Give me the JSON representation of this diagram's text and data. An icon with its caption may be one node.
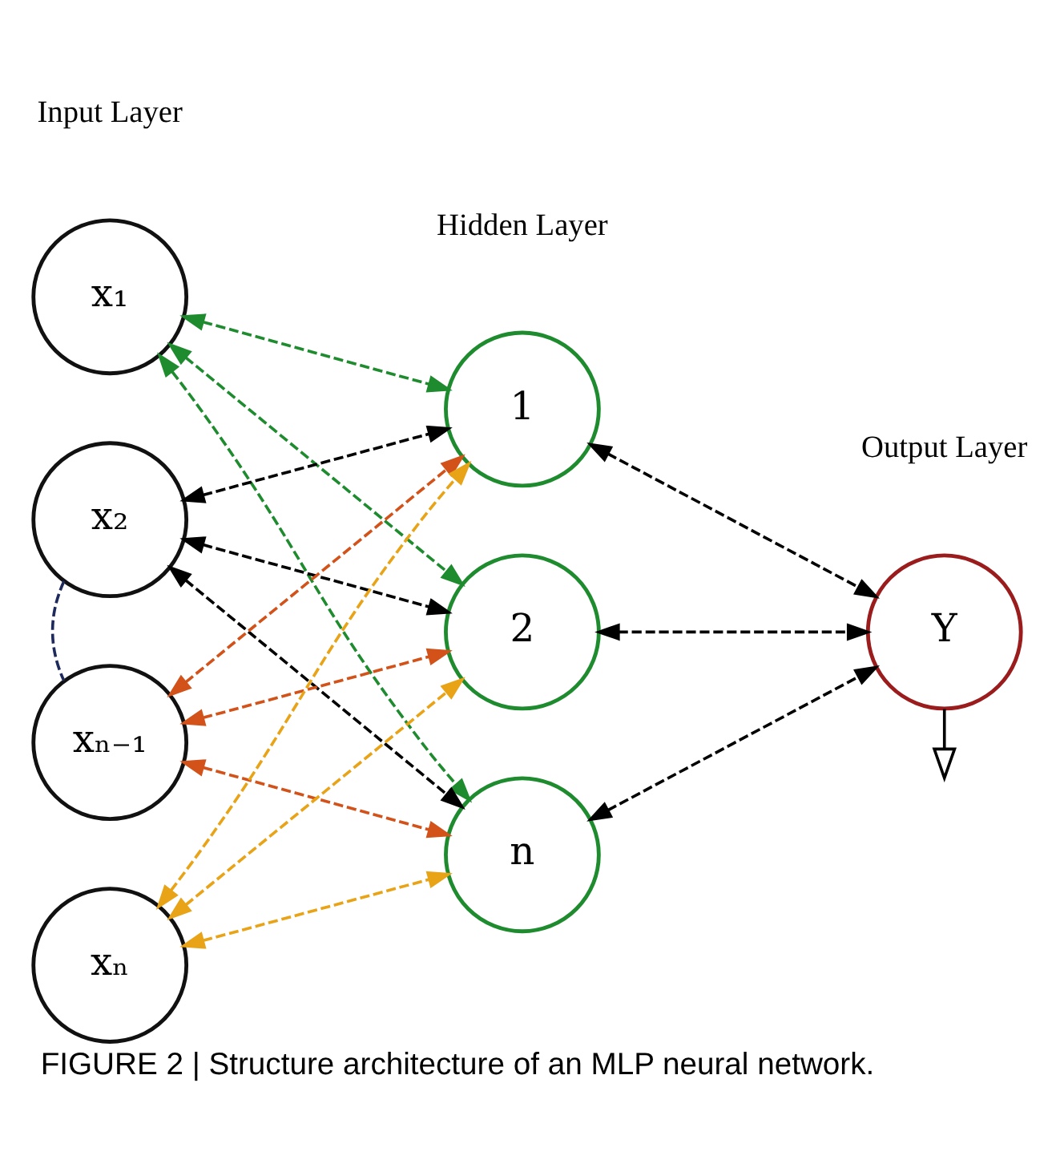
{
  "diagram": {
    "caption": "FIGURE 2 | Structure architecture of an MLP neural network.",
    "nodes": [
      {
        "text": [
          "x₁"
        ]
      },
      {
        "text": [
          "x₂"
        ]
      },
      {
        "text": [
          "xₙ₋₁"
        ]
      },
      {
        "text": [
          "xₙ"
        ]
      },
      {
        "text": [
          "1"
        ]
      },
      {
        "text": [
          "2"
        ]
      },
      {
        "text": [
          "n"
        ]
      },
      {
        "text": [
          "Y"
        ]
      }
    ],
    "edges": [
      {
        "from": 0,
        "to": 4,
        "arrow": "both",
        "style": "dashed",
        "color": "#1e8c2e"
      },
      {
        "from": 0,
        "to": 5,
        "arrow": "both",
        "style": "dashed",
        "color": "#1e8c2e"
      },
      {
        "from": 0,
        "to": 6,
        "arrow": "both",
        "style": "dashed",
        "color": "#1e8c2e"
      },
      {
        "from": 1,
        "to": 4,
        "arrow": "both",
        "style": "dashed"
      },
      {
        "from": 1,
        "to": 5,
        "arrow": "both",
        "style": "dashed"
      },
      {
        "from": 1,
        "to": 6,
        "arrow": "both",
        "style": "dashed"
      },
      {
        "from": 1,
        "to": 2,
        "arrow": "none",
        "style": "dashed",
        "color": "#1f2a5c"
      },
      {
        "from": 2,
        "to": 4,
        "arrow": "both",
        "style": "dashed",
        "color": "#d2521a"
      },
      {
        "from": 2,
        "to": 5,
        "arrow": "both",
        "style": "dashed",
        "color": "#d2521a"
      },
      {
        "from": 2,
        "to": 6,
        "arrow": "both",
        "style": "dashed",
        "color": "#d2521a"
      },
      {
        "from": 3,
        "to": 4,
        "arrow": "both",
        "style": "dashed",
        "color": "#e8a317"
      },
      {
        "from": 3,
        "to": 5,
        "arrow": "both",
        "style": "dashed",
        "color": "#e8a317"
      },
      {
        "from": 3,
        "to": 6,
        "arrow": "both",
        "style": "dashed",
        "color": "#e8a317"
      },
      {
        "from": 4,
        "to": 7,
        "arrow": "both",
        "style": "dashed"
      },
      {
        "from": 5,
        "to": 7,
        "arrow": "both",
        "style": "dashed"
      },
      {
        "from": 6,
        "to": 7,
        "arrow": "both",
        "style": "dashed"
      },
      {
        "from": 7,
        "to": null,
        "arrow": "to"
      }
    ],
    "labels": [
      "Input Layer",
      "Hidden Layer",
      "Output Layer"
    ]
  }
}
